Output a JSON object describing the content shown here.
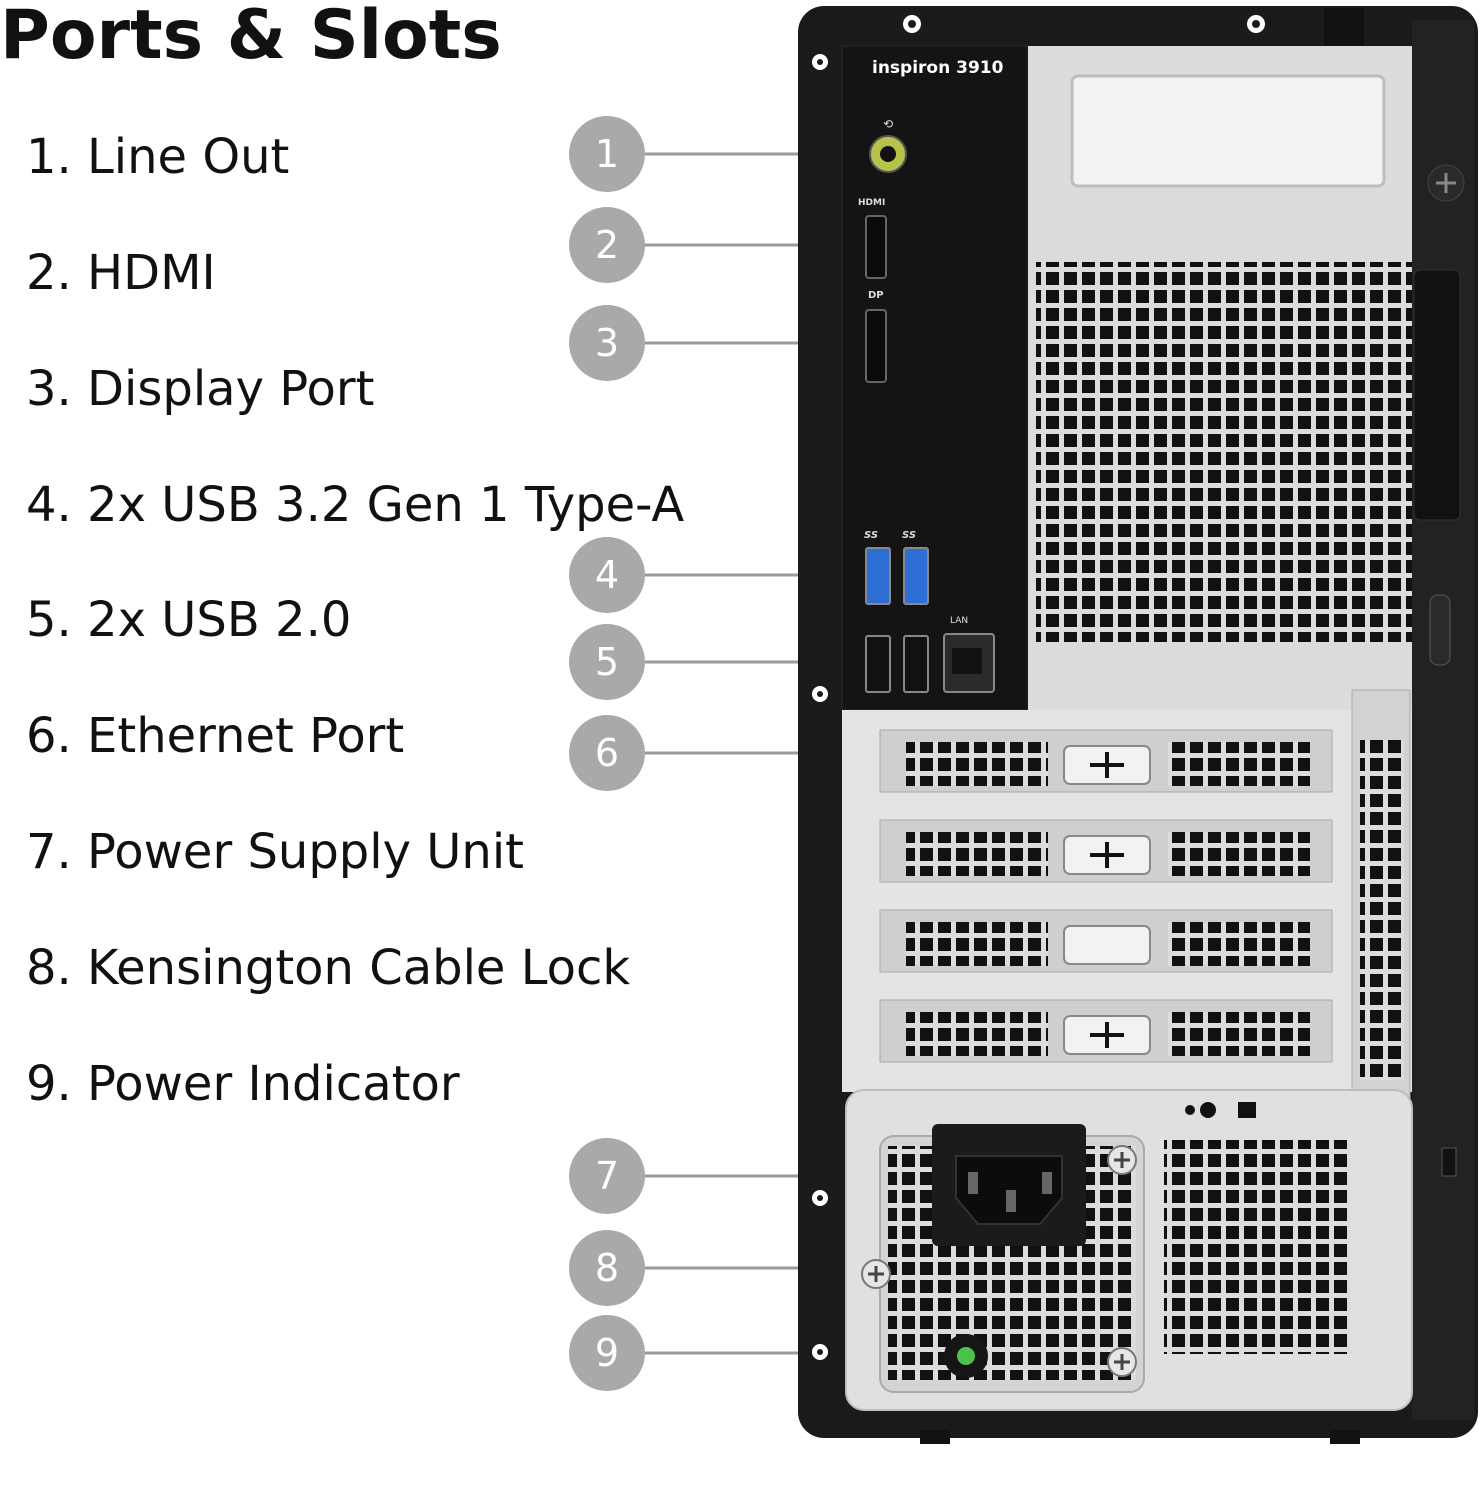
{
  "title": "Ports & Slots",
  "model_label": "inspiron 3910",
  "legend": [
    {
      "number": "1",
      "text": "1. Line Out"
    },
    {
      "number": "2",
      "text": "2. HDMI"
    },
    {
      "number": "3",
      "text": "3. Display Port"
    },
    {
      "number": "4",
      "text": "4. 2x USB 3.2 Gen 1 Type-A"
    },
    {
      "number": "5",
      "text": "5. 2x USB 2.0"
    },
    {
      "number": "6",
      "text": "6. Ethernet Port"
    },
    {
      "number": "7",
      "text": "7. Power Supply Unit"
    },
    {
      "number": "8",
      "text": "8. Kensington Cable Lock"
    },
    {
      "number": "9",
      "text": "9. Power Indicator"
    }
  ],
  "port_labels": {
    "hdmi": "HDMI",
    "displayport": "DP",
    "usb3": "SS",
    "ethernet": "LAN"
  },
  "colors": {
    "case": "#1a1a1a",
    "panel_silver": "#d9d9d9",
    "callout": "#a9a9a9",
    "usb3_blue": "#2e6fd6",
    "line_out_green": "#b7c24a",
    "power_led": "#4cc24a"
  }
}
